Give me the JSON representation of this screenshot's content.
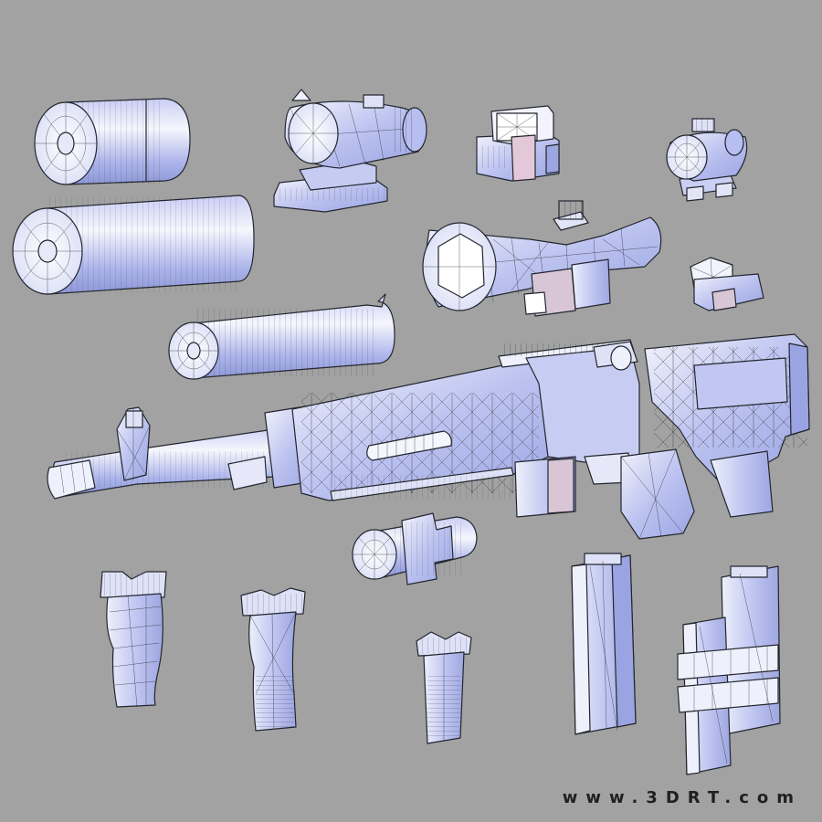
{
  "watermark": {
    "text": "www.3DRT.com"
  },
  "colors": {
    "background": "#a2a2a2",
    "model_light": "#f3f3fb",
    "model_blue": "#a9b4ec",
    "model_pink": "#d8c6d6",
    "wire": "#23262e"
  },
  "parts": [
    "suppressor-short",
    "suppressor-long",
    "suppressor-ribbed",
    "scope-acog",
    "sight-holographic",
    "sight-red-dot",
    "scope-variable-power",
    "sight-mini-reflex",
    "rifle-m14-ebr",
    "flashlight",
    "vertical-grip-1",
    "vertical-grip-2",
    "vertical-grip-3",
    "magazine-single",
    "magazine-coupled"
  ]
}
